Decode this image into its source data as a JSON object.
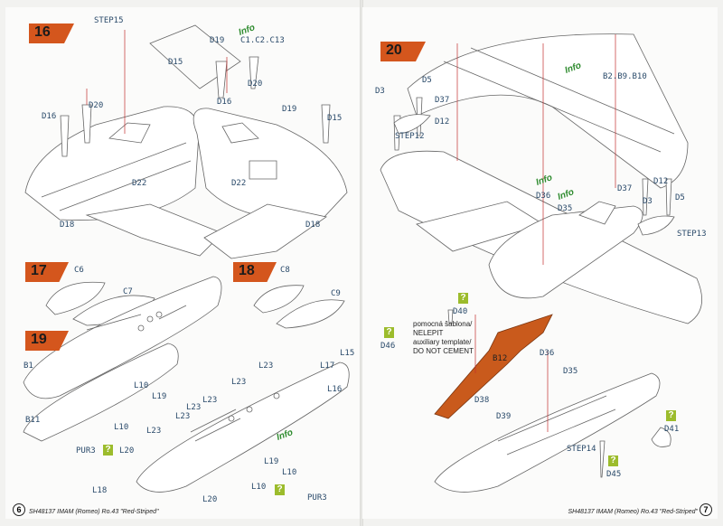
{
  "left": {
    "steps": [
      {
        "num": "16"
      },
      {
        "num": "17"
      },
      {
        "num": "18"
      },
      {
        "num": "19"
      }
    ],
    "info": "Info",
    "info_codes": "C1.C2.C13",
    "labels": {
      "step15": "STEP15",
      "d19_top": "D19",
      "d15_a": "D15",
      "d16_a": "D16",
      "d20_a": "D20",
      "d16_b": "D16",
      "d20_b": "D20",
      "d19_b": "D19",
      "d15_b": "D15",
      "d22_a": "D22",
      "d22_b": "D22",
      "d18_a": "D18",
      "d18_b": "D18",
      "c6": "C6",
      "c7": "C7",
      "c8": "C8",
      "c9": "C9",
      "b1": "B1",
      "b11": "B11",
      "l10_a": "L10",
      "l19_a": "L19",
      "l10_b": "L10",
      "l20_a": "L20",
      "pur3_a": "PUR3",
      "l23_a": "L23",
      "l23_b": "L23",
      "l23_c": "L23",
      "l23_d": "L23",
      "l23_e": "L23",
      "l23_f": "L23",
      "l15": "L15",
      "l17": "L17",
      "l16": "L16",
      "l19_b": "L19",
      "l10_c": "L10",
      "l10_d": "L10",
      "l18": "L18",
      "l20_b": "L20",
      "pur3_b": "PUR3"
    },
    "info2": "Info",
    "footer": "SH48137 IMAM (Romeo) Ro.43 \"Red-Striped\"",
    "page_number": "6"
  },
  "right": {
    "step": "20",
    "info_a": "Info",
    "info_a_codes": "B2.B9.B10",
    "info_b": "Info",
    "info_c": "Info",
    "labels": {
      "d3_a": "D3",
      "d5_a": "D5",
      "d37_a": "D37",
      "d12_a": "D12",
      "step12": "STEP12",
      "d36_a": "D36",
      "d35_a": "D35",
      "d12_b": "D12",
      "d37_b": "D37",
      "d3_b": "D3",
      "d5_b": "D5",
      "step13": "STEP13",
      "d40": "D40",
      "d46": "D46",
      "b12": "B12",
      "d36_b": "D36",
      "d35_b": "D35",
      "d38": "D38",
      "d39": "D39",
      "d41": "D41",
      "step14": "STEP14",
      "d45": "D45"
    },
    "note_lines": [
      "pomocná šablona/",
      "NELEPIT",
      "auxiliary template/",
      "DO NOT CEMENT"
    ],
    "footer": "SH48137 IMAM (Romeo) Ro.43 \"Red-Striped\"",
    "page_number": "7"
  },
  "help_mark": "?",
  "colors": {
    "step_tag": "#d4561d",
    "info": "#2e8b2e",
    "help": "#9cbc2c",
    "template": "#c95a1c"
  }
}
